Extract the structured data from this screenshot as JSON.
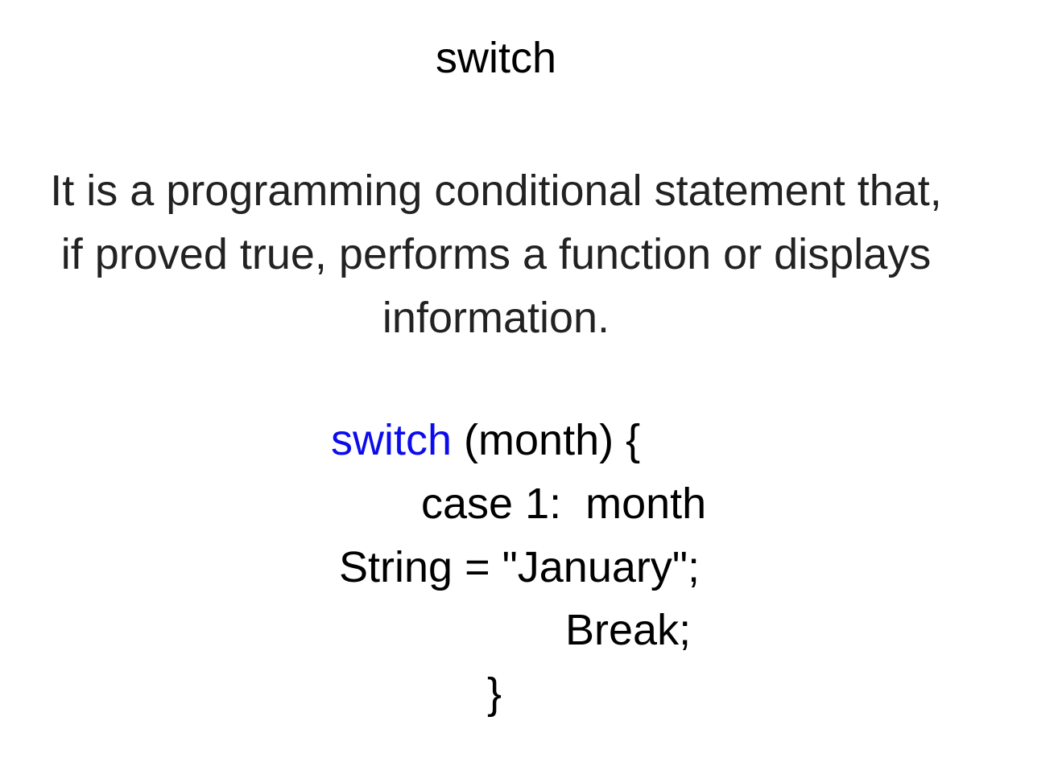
{
  "slide": {
    "title": "switch",
    "description": "It is a programming conditional statement that, if proved true, performs a function or displays information.",
    "code": {
      "keyword": "switch",
      "keyword_color": "#0b0bee",
      "line1_rest": " (month) {",
      "line2": "case 1:  month",
      "line3": "String = \"January\";",
      "line4": "Break;",
      "line5": "}"
    }
  }
}
